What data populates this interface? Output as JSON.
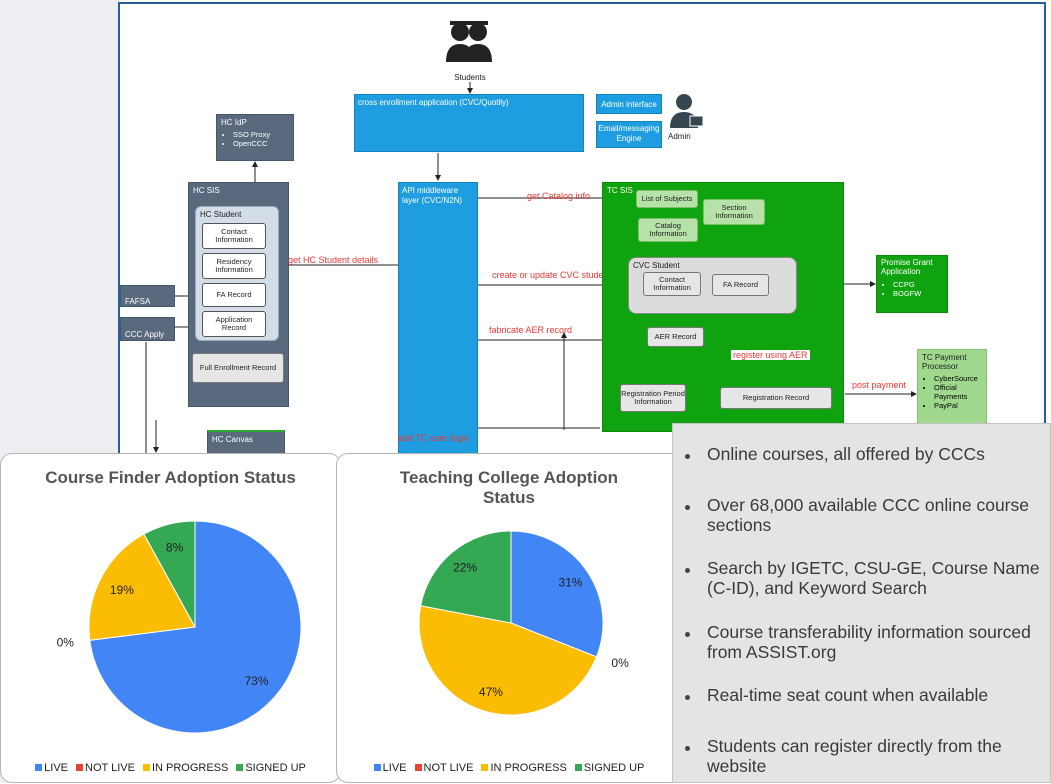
{
  "diagram": {
    "students_label": "Students",
    "cross_enrollment": "cross enrollment application (CVC/Quotlly)",
    "admin_interface": "Admin interface",
    "email_engine": "Email/messaging Engine",
    "admin_label": "Admin",
    "hc_idp": {
      "title": "HC IdP",
      "items": [
        "SSO Proxy",
        "OpenCCC"
      ]
    },
    "hc_sis": {
      "title": "HC SIS",
      "student_title": "HC Student",
      "items": [
        "Contact Information",
        "Residency Information",
        "FA Record",
        "Application Record"
      ],
      "full_record": "Full Enrollment Record"
    },
    "fafsa": "FAFSA",
    "ccc_apply": "CCC Apply",
    "hc_canvas": "HC Canvas",
    "api_middleware": "API middleware layer (CVC/N2N)",
    "arrows": {
      "catalog": "get Catalog info",
      "hc_student": "get HC Student details",
      "cvc_student": "create or update CVC student",
      "aer": "fabricate AER record",
      "register": "register using AER",
      "payment": "post payment",
      "tc_login": "add TC user login"
    },
    "tc_sis": {
      "title": "TC SIS",
      "list_subjects": "List of Subjects",
      "section_info": "Section Information",
      "catalog_info": "Catalog Information",
      "cvc_student": "CVC Student",
      "contact_info": "Contact Information",
      "fa_record": "FA Record",
      "aer_record": "AER Record",
      "reg_period": "Registration Period Information",
      "reg_record": "Registration Record"
    },
    "promise_grant": {
      "title": "Promise Grant Application",
      "items": [
        "CCPG",
        "BOGFW"
      ]
    },
    "tc_payment": {
      "title": "TC Payment Processor",
      "items": [
        "CyberSource",
        "Official Payments",
        "PayPal"
      ]
    }
  },
  "legend": {
    "live": "LIVE",
    "not_live": "NOT LIVE",
    "in_progress": "IN PROGRESS",
    "signed_up": "SIGNED UP"
  },
  "colors": {
    "live": "#4285f4",
    "not_live": "#ea4335",
    "in_progress": "#fbbc04",
    "signed_up": "#34a853"
  },
  "chart_data": [
    {
      "type": "pie",
      "title": "Course Finder Adoption Status",
      "categories": [
        "LIVE",
        "NOT LIVE",
        "IN PROGRESS",
        "SIGNED UP"
      ],
      "values": [
        73,
        0,
        19,
        8
      ],
      "labels": [
        "73%",
        "0%",
        "19%",
        "8%"
      ],
      "legend_position": "bottom"
    },
    {
      "type": "pie",
      "title": "Teaching College Adoption Status",
      "categories": [
        "LIVE",
        "NOT LIVE",
        "IN PROGRESS",
        "SIGNED UP"
      ],
      "values": [
        31,
        0,
        47,
        22
      ],
      "labels": [
        "31%",
        "0%",
        "47%",
        "22%"
      ],
      "legend_position": "bottom"
    }
  ],
  "features": [
    "Online courses, all offered by CCCs",
    "Over 68,000 available CCC online course sections",
    "Search by IGETC, CSU-GE, Course Name (C-ID), and Keyword Search",
    "Course transferability information sourced from ASSIST.org",
    "Real-time seat count when available",
    "Students can register directly from the website"
  ]
}
